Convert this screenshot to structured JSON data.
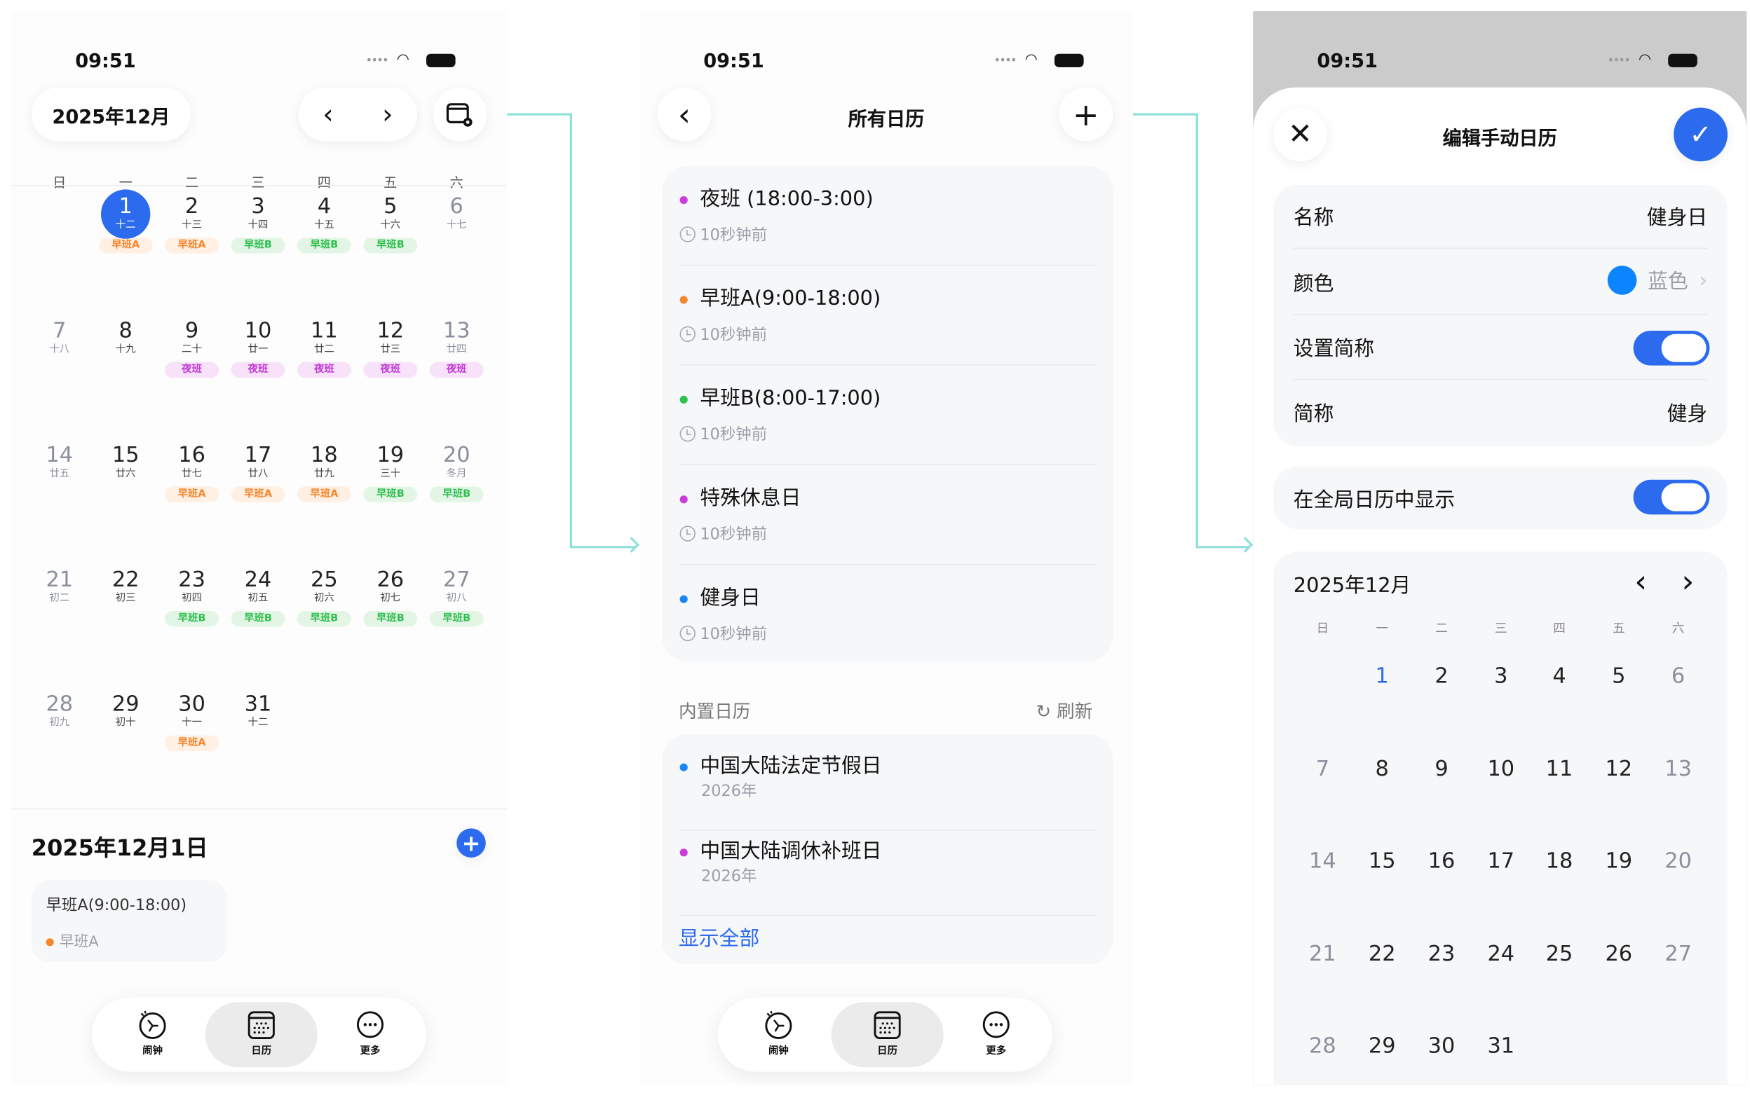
{
  "status_time": "09:51",
  "screen1": {
    "month_label": "2025年12月",
    "weekdays": [
      "日",
      "一",
      "二",
      "三",
      "四",
      "五",
      "六"
    ],
    "weeks": [
      [
        null,
        {
          "d": "1",
          "l": "十二",
          "t": "早班A",
          "k": "a",
          "sel": true
        },
        {
          "d": "2",
          "l": "十三",
          "t": "早班A",
          "k": "a"
        },
        {
          "d": "3",
          "l": "十四",
          "t": "早班B",
          "k": "b"
        },
        {
          "d": "4",
          "l": "十五",
          "t": "早班B",
          "k": "b"
        },
        {
          "d": "5",
          "l": "十六",
          "t": "早班B",
          "k": "b"
        },
        {
          "d": "6",
          "l": "十七"
        }
      ],
      [
        {
          "d": "7",
          "l": "十八"
        },
        {
          "d": "8",
          "l": "十九"
        },
        {
          "d": "9",
          "l": "二十",
          "t": "夜班",
          "k": "n"
        },
        {
          "d": "10",
          "l": "廿一",
          "t": "夜班",
          "k": "n"
        },
        {
          "d": "11",
          "l": "廿二",
          "t": "夜班",
          "k": "n"
        },
        {
          "d": "12",
          "l": "廿三",
          "t": "夜班",
          "k": "n"
        },
        {
          "d": "13",
          "l": "廿四",
          "t": "夜班",
          "k": "n"
        }
      ],
      [
        {
          "d": "14",
          "l": "廿五"
        },
        {
          "d": "15",
          "l": "廿六"
        },
        {
          "d": "16",
          "l": "廿七",
          "t": "早班A",
          "k": "a"
        },
        {
          "d": "17",
          "l": "廿八",
          "t": "早班A",
          "k": "a"
        },
        {
          "d": "18",
          "l": "廿九",
          "t": "早班A",
          "k": "a"
        },
        {
          "d": "19",
          "l": "三十",
          "t": "早班B",
          "k": "b"
        },
        {
          "d": "20",
          "l": "冬月",
          "t": "早班B",
          "k": "b"
        }
      ],
      [
        {
          "d": "21",
          "l": "初二"
        },
        {
          "d": "22",
          "l": "初三"
        },
        {
          "d": "23",
          "l": "初四",
          "t": "早班B",
          "k": "b"
        },
        {
          "d": "24",
          "l": "初五",
          "t": "早班B",
          "k": "b"
        },
        {
          "d": "25",
          "l": "初六",
          "t": "早班B",
          "k": "b"
        },
        {
          "d": "26",
          "l": "初七",
          "t": "早班B",
          "k": "b"
        },
        {
          "d": "27",
          "l": "初八",
          "t": "早班B",
          "k": "b"
        }
      ],
      [
        {
          "d": "28",
          "l": "初九"
        },
        {
          "d": "29",
          "l": "初十"
        },
        {
          "d": "30",
          "l": "十一",
          "t": "早班A",
          "k": "a"
        },
        {
          "d": "31",
          "l": "十二"
        },
        null,
        null,
        null
      ]
    ],
    "tag_colors": {
      "a": {
        "fg": "#f5862d",
        "bg": "#fff0e3"
      },
      "b": {
        "fg": "#2fbf4f",
        "bg": "#e3f6e6"
      },
      "n": {
        "fg": "#c23bd4",
        "bg": "#f7e2f9"
      }
    },
    "selected_date_title": "2025年12月1日",
    "event": {
      "title": "早班A(9:00-18:00)",
      "calendar": "早班A",
      "color": "#f5862d"
    }
  },
  "tabs": [
    {
      "label": "闹钟"
    },
    {
      "label": "日历"
    },
    {
      "label": "更多"
    }
  ],
  "screen2": {
    "title": "所有日历",
    "calendars": [
      {
        "name": "夜班 (18:00-3:00)",
        "updated": "10秒钟前",
        "color": "#c93ddc"
      },
      {
        "name": "早班A(9:00-18:00)",
        "updated": "10秒钟前",
        "color": "#f5862d"
      },
      {
        "name": "早班B(8:00-17:00)",
        "updated": "10秒钟前",
        "color": "#2fc050"
      },
      {
        "name": "特殊休息日",
        "updated": "10秒钟前",
        "color": "#c93ddc"
      },
      {
        "name": "健身日",
        "updated": "10秒钟前",
        "color": "#1a86f5"
      }
    ],
    "builtin_header": "内置日历",
    "refresh_label": "刷新",
    "builtin": [
      {
        "name": "中国大陆法定节假日",
        "year": "2026年",
        "color": "#1a86f5"
      },
      {
        "name": "中国大陆调休补班日",
        "year": "2026年",
        "color": "#c93ddc"
      }
    ],
    "show_all": "显示全部"
  },
  "screen3": {
    "title": "编辑手动日历",
    "name_label": "名称",
    "name_value": "健身日",
    "color_label": "颜色",
    "color_value": "蓝色",
    "color_hex": "#0a84ff",
    "abbr_toggle_label": "设置简称",
    "abbr_toggle_on": true,
    "abbr_label": "简称",
    "abbr_value": "健身",
    "global_label": "在全局日历中显示",
    "global_on": true,
    "month_label": "2025年12月",
    "weekdays": [
      "日",
      "一",
      "二",
      "三",
      "四",
      "五",
      "六"
    ],
    "weeks": [
      [
        "",
        "1",
        "2",
        "3",
        "4",
        "5",
        "6"
      ],
      [
        "7",
        "8",
        "9",
        "10",
        "11",
        "12",
        "13"
      ],
      [
        "14",
        "15",
        "16",
        "17",
        "18",
        "19",
        "20"
      ],
      [
        "21",
        "22",
        "23",
        "24",
        "25",
        "26",
        "27"
      ],
      [
        "28",
        "29",
        "30",
        "31",
        "",
        "",
        ""
      ]
    ],
    "selected_day": "1"
  }
}
